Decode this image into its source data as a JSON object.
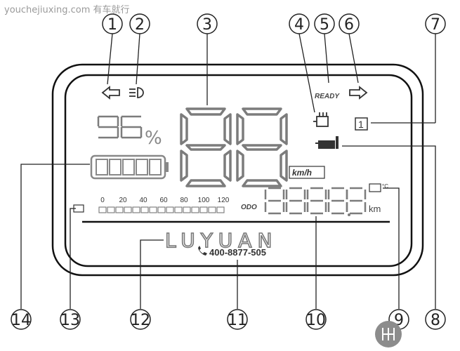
{
  "watermark": "youchejiuxing.com 有车就行",
  "callouts": [
    "1",
    "2",
    "3",
    "4",
    "5",
    "6",
    "7",
    "8",
    "9",
    "10",
    "11",
    "12",
    "13",
    "14"
  ],
  "display": {
    "battery_percent_symbol": "%",
    "speed_unit": "km/h",
    "ready_label": "READY",
    "gear": "1",
    "odo_label": "ODO",
    "odo_unit": "km",
    "brand": "LUYUAN",
    "phone": "400-8877-505",
    "scale_ticks": [
      "0",
      "20",
      "40",
      "60",
      "80",
      "100",
      "120"
    ],
    "temp_unit": "°C"
  }
}
